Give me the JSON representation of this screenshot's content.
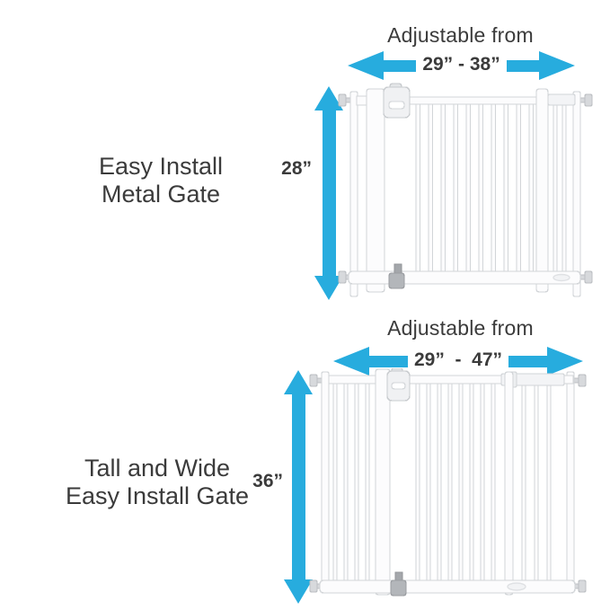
{
  "colors": {
    "arrow": "#27ACDE",
    "text": "#3B3B3B",
    "gate_outline": "#D2D5D8",
    "background": "#FFFFFF"
  },
  "sections": [
    {
      "id": "easy-install-metal-gate",
      "label_line1": "Easy Install",
      "label_line2": "Metal Gate",
      "adjustable_heading": "Adjustable from",
      "width_range": "29” - 38”",
      "height_label": "28”"
    },
    {
      "id": "tall-and-wide-easy-install-gate",
      "label_line1": "Tall and Wide",
      "label_line2": "Easy Install Gate",
      "adjustable_heading": "Adjustable from",
      "width_range": "29”  -  47”",
      "height_label": "36”"
    }
  ]
}
